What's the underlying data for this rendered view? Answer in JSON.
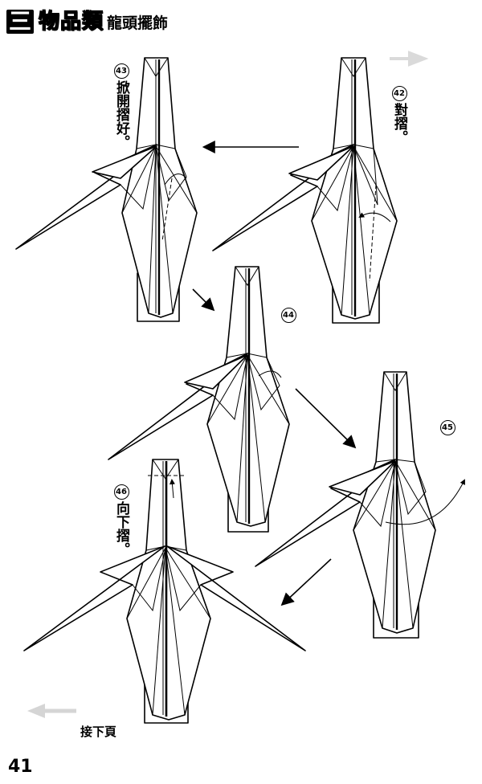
{
  "header": {
    "chapter": "三",
    "category": "物品類",
    "title": "龍頭擺飾"
  },
  "steps": [
    {
      "num": "43",
      "text": "掀開摺好。"
    },
    {
      "num": "42",
      "text": "對摺。"
    },
    {
      "num": "44",
      "text": ""
    },
    {
      "num": "45",
      "text": ""
    },
    {
      "num": "46",
      "text": "向下摺。"
    }
  ],
  "footer": {
    "next_label": "接下頁",
    "page_number": "41"
  }
}
